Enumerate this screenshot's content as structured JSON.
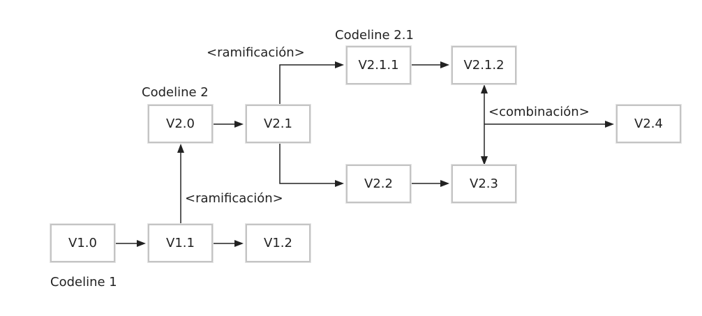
{
  "nodes": {
    "v1_0": "V1.0",
    "v1_1": "V1.1",
    "v1_2": "V1.2",
    "v2_0": "V2.0",
    "v2_1": "V2.1",
    "v2_1_1": "V2.1.1",
    "v2_1_2": "V2.1.2",
    "v2_2": "V2.2",
    "v2_3": "V2.3",
    "v2_4": "V2.4"
  },
  "labels": {
    "codeline_1": "Codeline 1",
    "codeline_2": "Codeline 2",
    "codeline_2_1": "Codeline 2.1",
    "branch_lower": "<ramificación>",
    "branch_upper": "<ramificación>",
    "merge": "<combinación>"
  }
}
